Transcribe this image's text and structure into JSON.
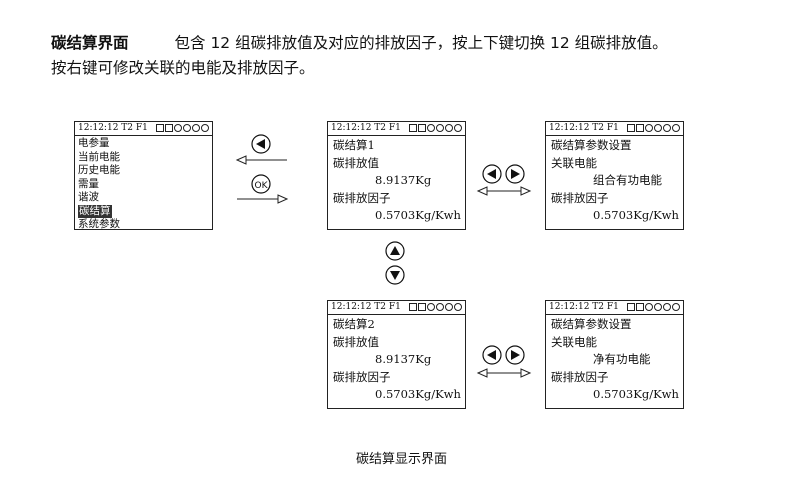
{
  "heading": {
    "title": "碳结算界面",
    "desc1": "包含 12 组碳排放值及对应的排放因子，按上下键切换 12 组碳排放值。",
    "desc2": "按右键可修改关联的电能及排放因子。"
  },
  "screens": {
    "status_time": "12:12:12 T2 F1",
    "menu": {
      "items": [
        "电参量",
        "当前电能",
        "历史电能",
        "需量",
        "谐波",
        "碳结算",
        "系统参数"
      ],
      "selected_index": 5
    },
    "carbon1": {
      "title": "碳结算1",
      "label_value": "碳排放值",
      "value": "8.9137Kg",
      "label_factor": "碳排放因子",
      "factor": "0.5703Kg/Kwh"
    },
    "params1": {
      "title": "碳结算参数设置",
      "label_assoc": "关联电能",
      "assoc": "组合有功电能",
      "label_factor": "碳排放因子",
      "factor": "0.5703Kg/Kwh"
    },
    "carbon2": {
      "title": "碳结算2",
      "label_value": "碳排放值",
      "value": "8.9137Kg",
      "label_factor": "碳排放因子",
      "factor": "0.5703Kg/Kwh"
    },
    "params2": {
      "title": "碳结算参数设置",
      "label_assoc": "关联电能",
      "assoc": "净有功电能",
      "label_factor": "碳排放因子",
      "factor": "0.5703Kg/Kwh"
    }
  },
  "keys": {
    "ok": "OK"
  },
  "icons": [
    "left-key-icon",
    "right-key-icon",
    "up-key-icon",
    "down-key-icon",
    "ok-key-icon"
  ],
  "caption": "碳结算显示界面"
}
